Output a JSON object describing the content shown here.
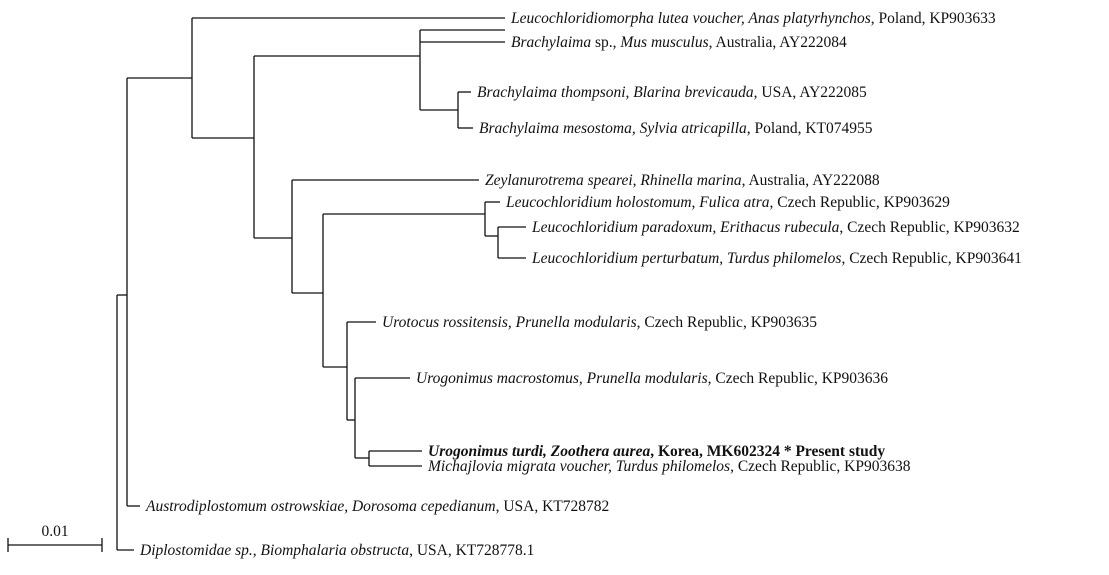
{
  "taxa": [
    {
      "id": "t1",
      "bold": false,
      "parts": [
        {
          "t": "Leucochloridiomorpha lutea voucher, ",
          "i": true
        },
        {
          "t": "Anas platyrhynchos",
          "i": true
        },
        {
          "t": ", Poland, KP903633",
          "i": false
        }
      ]
    },
    {
      "id": "t2",
      "bold": false,
      "parts": [
        {
          "t": "Brachylaima",
          "i": true
        },
        {
          "t": " sp., ",
          "i": false
        },
        {
          "t": "Mus musculus",
          "i": true
        },
        {
          "t": ", Australia, AY222084",
          "i": false
        }
      ]
    },
    {
      "id": "t3",
      "bold": false,
      "parts": [
        {
          "t": "Brachylaima thompsoni, Blarina brevicauda",
          "i": true
        },
        {
          "t": ", USA, AY222085",
          "i": false
        }
      ]
    },
    {
      "id": "t4",
      "bold": false,
      "parts": [
        {
          "t": "Brachylaima mesostoma, Sylvia atricapilla",
          "i": true
        },
        {
          "t": ", Poland, KT074955",
          "i": false
        }
      ]
    },
    {
      "id": "t5",
      "bold": false,
      "parts": [
        {
          "t": "Zeylanurotrema spearei, Rhinella marina",
          "i": true
        },
        {
          "t": ", Australia, AY222088",
          "i": false
        }
      ]
    },
    {
      "id": "t6",
      "bold": false,
      "parts": [
        {
          "t": "Leucochloridium holostomum, Fulica atra",
          "i": true
        },
        {
          "t": ", Czech Republic, KP903629",
          "i": false
        }
      ]
    },
    {
      "id": "t7",
      "bold": false,
      "parts": [
        {
          "t": "Leucochloridium paradoxum, Erithacus rubecula",
          "i": true
        },
        {
          "t": ", Czech Republic, KP903632",
          "i": false
        }
      ]
    },
    {
      "id": "t8",
      "bold": false,
      "parts": [
        {
          "t": "Leucochloridium perturbatum, Turdus philomelos",
          "i": true
        },
        {
          "t": ", Czech Republic, KP903641",
          "i": false
        }
      ]
    },
    {
      "id": "t9",
      "bold": false,
      "parts": [
        {
          "t": "Urotocus rossitensis, Prunella modularis",
          "i": true
        },
        {
          "t": ", Czech Republic, KP903635",
          "i": false
        }
      ]
    },
    {
      "id": "t10",
      "bold": false,
      "parts": [
        {
          "t": "Urogonimus macrostomus, Prunella modularis",
          "i": true
        },
        {
          "t": ", Czech Republic, KP903636",
          "i": false
        }
      ]
    },
    {
      "id": "t11",
      "bold": true,
      "parts": [
        {
          "t": "Urogonimus turdi, Zoothera aurea",
          "i": true
        },
        {
          "t": ", Korea, MK602324 * Present study",
          "i": false
        }
      ]
    },
    {
      "id": "t12",
      "bold": false,
      "parts": [
        {
          "t": "Michajlovia migrata voucher, Turdus philomelos",
          "i": true
        },
        {
          "t": ", Czech Republic, KP903638",
          "i": false
        }
      ]
    },
    {
      "id": "t13",
      "bold": false,
      "parts": [
        {
          "t": "Austrodiplostomum ostrowskiae, Dorosoma cepedianum",
          "i": true
        },
        {
          "t": ", USA, KT728782",
          "i": false
        }
      ]
    },
    {
      "id": "t14",
      "bold": false,
      "parts": [
        {
          "t": "Diplostomidae sp., Biomphalaria obstructa",
          "i": true
        },
        {
          "t": ", USA, KT728778.1",
          "i": false
        }
      ]
    }
  ],
  "scale_bar": {
    "label": "0.01",
    "length": 0.01
  },
  "text_color": "#111111"
}
